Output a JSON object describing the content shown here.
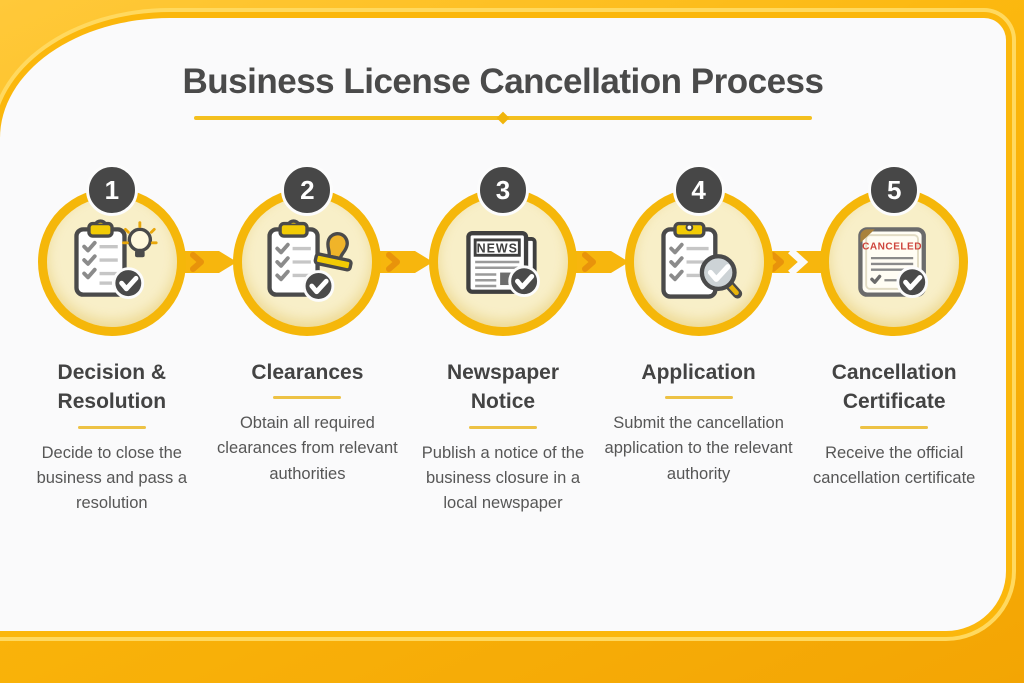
{
  "header": {
    "title": "Business License Cancellation Process"
  },
  "steps": [
    {
      "number": "1",
      "title": "Decision & Resolution",
      "description": "Decide to close the business and pass a resolution",
      "icon": "clipboard-idea-icon"
    },
    {
      "number": "2",
      "title": "Clearances",
      "description": "Obtain all required clearances from relevant authorities",
      "icon": "clipboard-stamp-icon"
    },
    {
      "number": "3",
      "title": "Newspaper Notice",
      "description": "Publish a notice of the business closure in a local newspaper",
      "icon": "newspaper-icon",
      "icon_label": "NEWS"
    },
    {
      "number": "4",
      "title": "Application",
      "description": "Submit the cancellation application to the relevant authority",
      "icon": "clipboard-search-icon"
    },
    {
      "number": "5",
      "title": "Cancellation Certificate",
      "description": "Receive the official cancellation certificate",
      "icon": "certificate-icon",
      "icon_label": "CANCELED"
    }
  ],
  "colors": {
    "frame_yellow": "#FBB70C",
    "accent_yellow": "#F5B70A",
    "chevron_orange": "#E8930B",
    "circle_fill": "#F8EFC8",
    "badge_gray": "#474747",
    "title_gray": "#4A4A4A",
    "body_text_gray": "#565656",
    "canceled_red": "#CE453C",
    "panel_background": "#FAFAFB"
  }
}
